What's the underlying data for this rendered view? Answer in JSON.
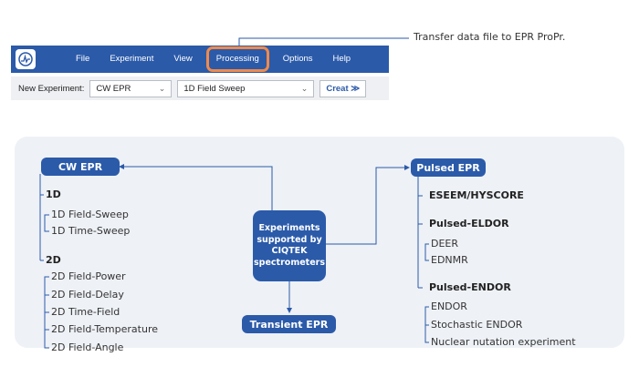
{
  "menubar": {
    "items": [
      "File",
      "Experiment",
      "View",
      "Processing",
      "Options",
      "Help"
    ]
  },
  "toolbar": {
    "label": "New Experiment:",
    "type_select": "CW EPR",
    "mode_select": "1D Field Sweep",
    "create_button": "Creat ≫"
  },
  "callout": "Transfer data file to EPR ProPr.",
  "diagram": {
    "center": "Experiments supported by CIQTEK spectrometers",
    "cw": {
      "title": "CW EPR",
      "groups": [
        {
          "name": "1D",
          "items": [
            "1D Field-Sweep",
            "1D Time-Sweep"
          ]
        },
        {
          "name": "2D",
          "items": [
            "2D Field-Power",
            "2D Field-Delay",
            "2D Time-Field",
            "2D Field-Temperature",
            "2D Field-Angle"
          ]
        }
      ]
    },
    "transient": {
      "title": "Transient EPR"
    },
    "pulsed": {
      "title": "Pulsed EPR",
      "groups": [
        {
          "name": "ESEEM/HYSCORE",
          "items": []
        },
        {
          "name": "Pulsed-ELDOR",
          "items": [
            "DEER",
            "EDNMR"
          ]
        },
        {
          "name": "Pulsed-ENDOR",
          "items": [
            "ENDOR",
            "Stochastic ENDOR",
            "Nuclear nutation experiment"
          ]
        }
      ]
    }
  },
  "colors": {
    "primary": "#2b5aa9",
    "highlight": "#f08a4b",
    "panel": "#eef1f6"
  }
}
